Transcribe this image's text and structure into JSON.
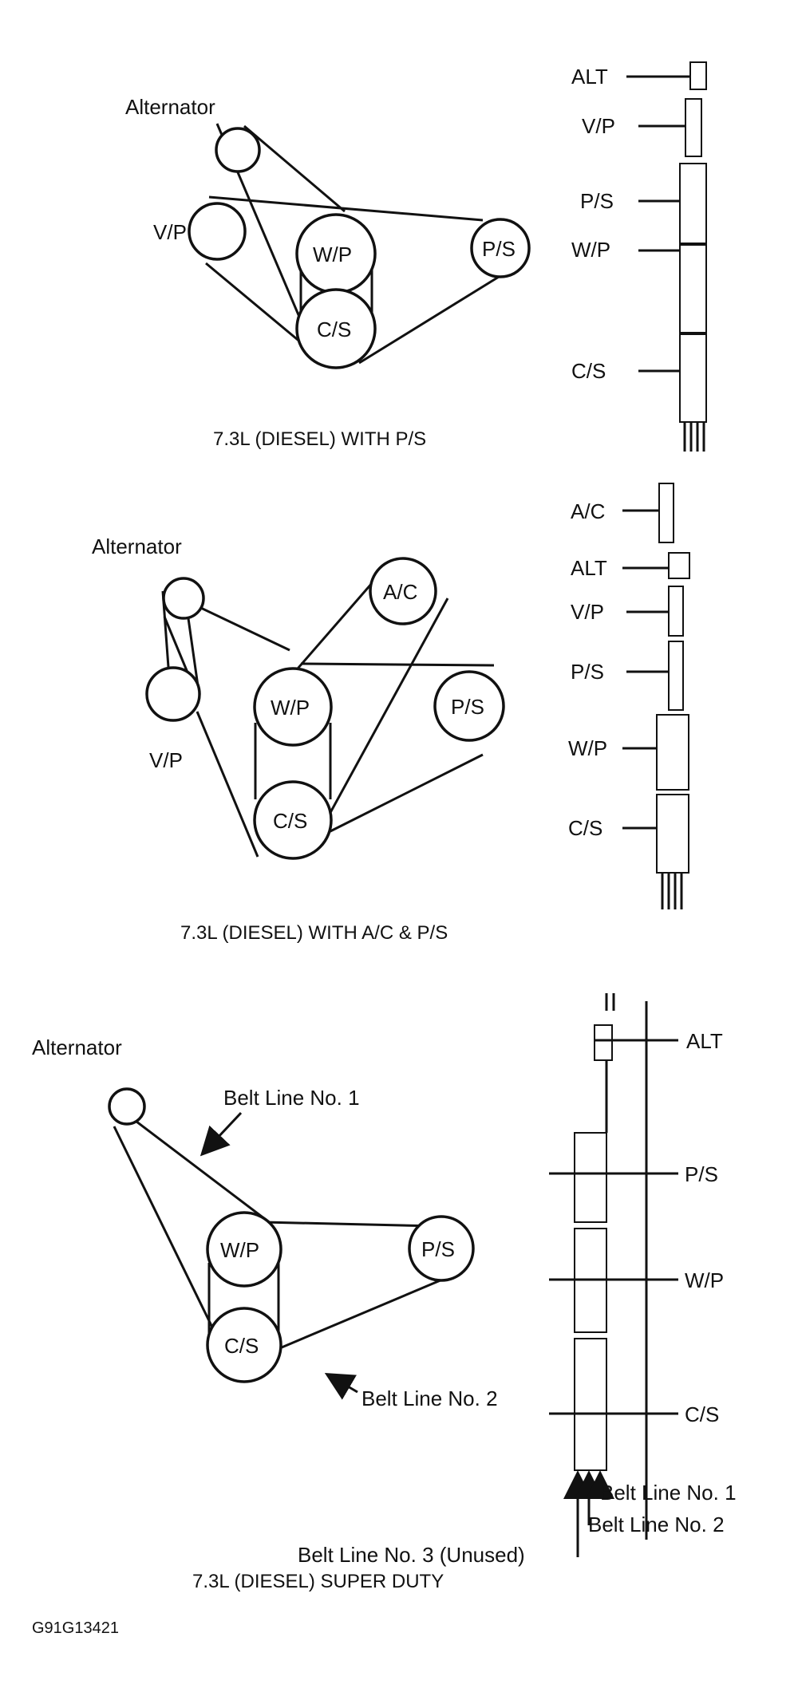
{
  "diagram1": {
    "caption": "7.3L (DIESEL) WITH P/S",
    "labels": {
      "alternator": "Alternator",
      "vp": "V/P",
      "wp": "W/P",
      "cs": "C/S",
      "ps": "P/S"
    },
    "stack_labels": [
      "ALT",
      "V/P",
      "P/S",
      "W/P",
      "C/S"
    ]
  },
  "diagram2": {
    "caption": "7.3L (DIESEL) WITH A/C & P/S",
    "labels": {
      "alternator": "Alternator",
      "vp": "V/P",
      "wp": "W/P",
      "cs": "C/S",
      "ps": "P/S",
      "ac": "A/C"
    },
    "stack_labels": [
      "A/C",
      "ALT",
      "V/P",
      "P/S",
      "W/P",
      "C/S"
    ]
  },
  "diagram3": {
    "caption": "7.3L (DIESEL) SUPER DUTY",
    "labels": {
      "alternator": "Alternator",
      "wp": "W/P",
      "cs": "C/S",
      "ps": "P/S",
      "belt1": "Belt Line No. 1",
      "belt2": "Belt Line No. 2"
    },
    "stack_labels": [
      "ALT",
      "P/S",
      "W/P",
      "C/S"
    ],
    "arrow_labels": {
      "belt1": "Belt Line No. 1",
      "belt2": "Belt Line No. 2",
      "belt3": "Belt Line No. 3 (Unused)"
    }
  },
  "figure_code": "G91G13421"
}
